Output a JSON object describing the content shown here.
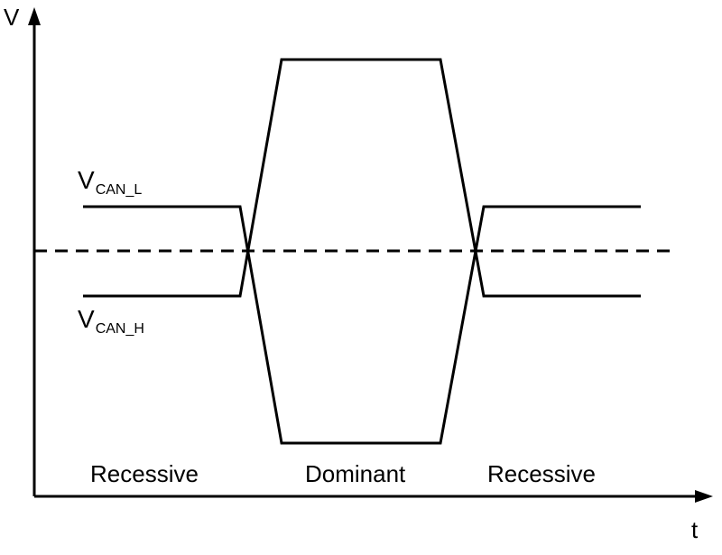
{
  "axes": {
    "y_label": "V",
    "x_label": "t"
  },
  "signals": {
    "low": {
      "main": "V",
      "sub": "CAN_L"
    },
    "high": {
      "main": "V",
      "sub": "CAN_H"
    }
  },
  "states": [
    {
      "id": "recessive-1",
      "label": "Recessive"
    },
    {
      "id": "dominant",
      "label": "Dominant"
    },
    {
      "id": "recessive-2",
      "label": "Recessive"
    }
  ]
}
